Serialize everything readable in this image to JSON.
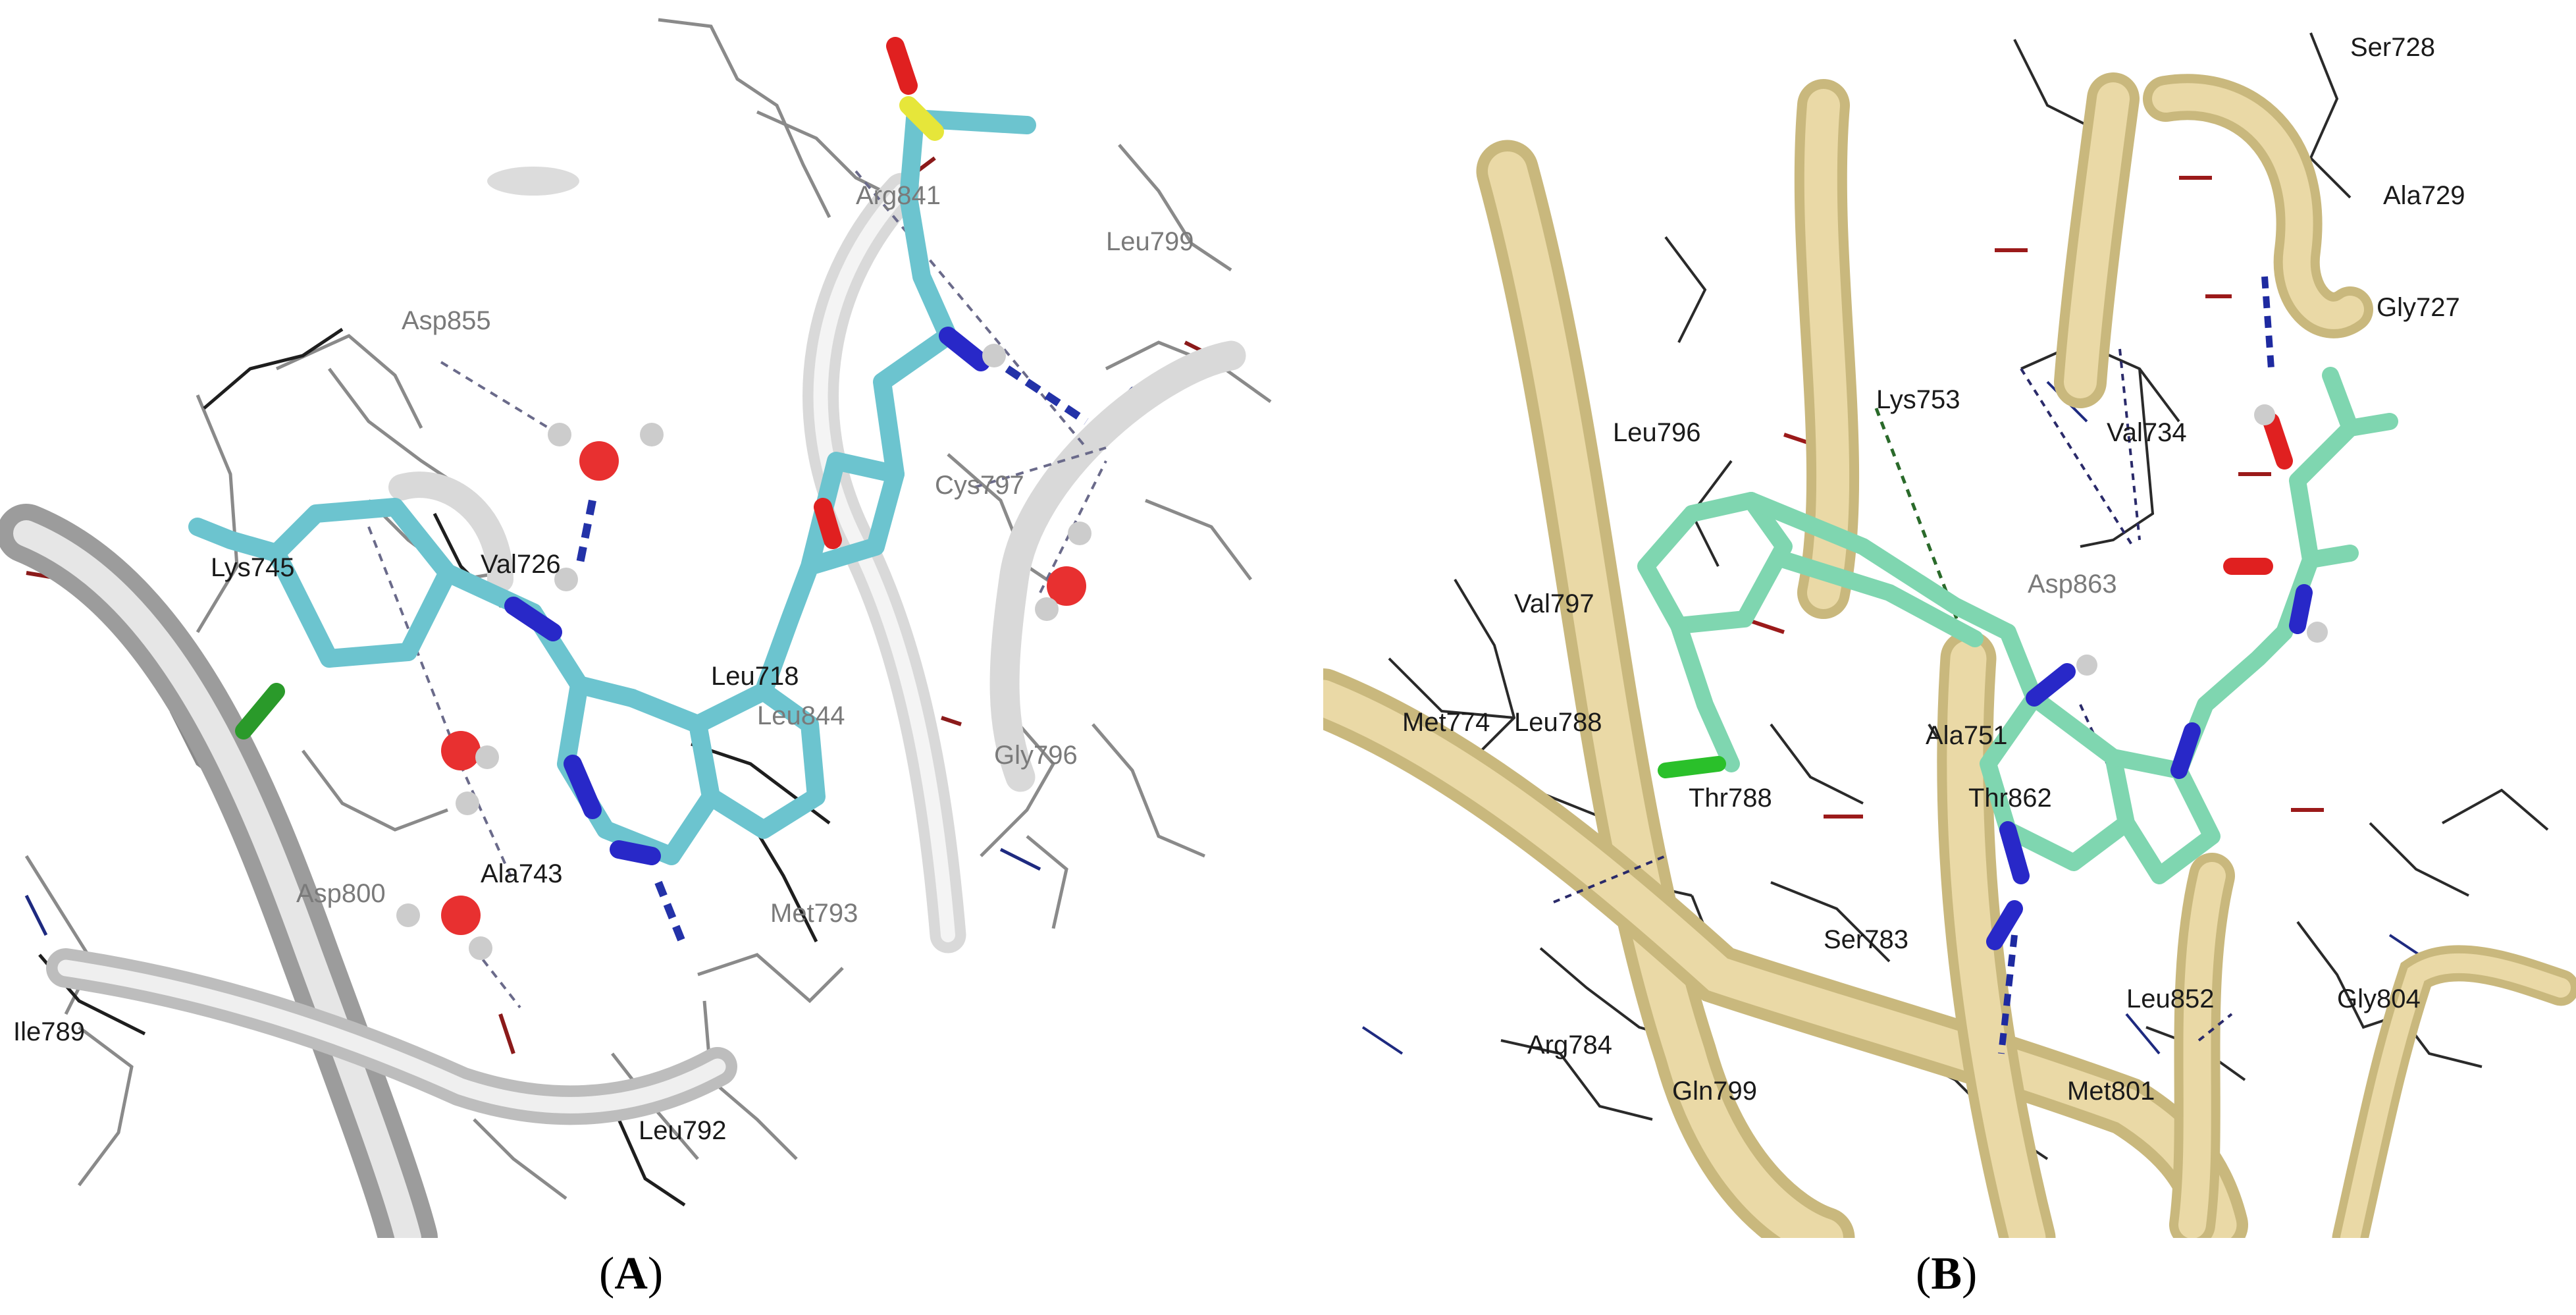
{
  "panels": [
    {
      "id": "A",
      "caption_open": "(",
      "caption_letter": "A",
      "caption_close": ")",
      "ribbon_color": "#d9d9d9",
      "ligand_carbon_color": "#6cc4cf",
      "residue_labels": [
        "Arg841",
        "Leu799",
        "Asp855",
        "Cys797",
        "Lys745",
        "Val726",
        "Leu718",
        "Leu844",
        "Gly796",
        "Ala743",
        "Met793",
        "Ile789",
        "Leu792",
        "Asp800"
      ]
    },
    {
      "id": "B",
      "caption_open": "(",
      "caption_letter": "B",
      "caption_close": ")",
      "ribbon_color": "#ead9a6",
      "ligand_carbon_color": "#7fd6b0",
      "residue_labels": [
        "Ser728",
        "Ala729",
        "Gly727",
        "Lys753",
        "Val734",
        "Leu796",
        "Asp863",
        "Val797",
        "Met774",
        "Leu788",
        "Ala751",
        "Thr788",
        "Thr862",
        "Ser783",
        "Arg784",
        "Leu852",
        "Gly804",
        "Gln799",
        "Met801"
      ]
    }
  ]
}
